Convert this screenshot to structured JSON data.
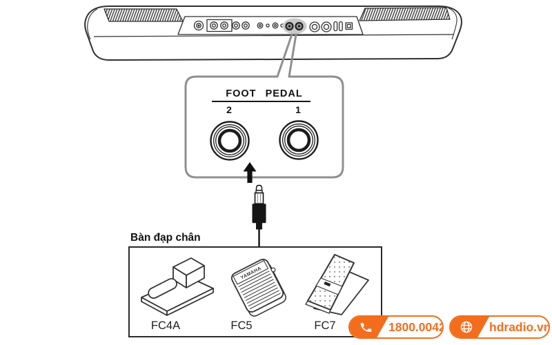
{
  "colors": {
    "accent_orange": "#f36d1d",
    "callout_gray": "#8f8f8f",
    "jack_highlight_gray": "#c9c9c9"
  },
  "foot_pedal_panel": {
    "title": "FOOT PEDAL",
    "jack_2_label": "2",
    "jack_1_label": "1"
  },
  "pedal_section": {
    "heading": "Bàn đạp chân",
    "pedals": [
      {
        "model": "FC4A"
      },
      {
        "model": "FC5",
        "brand": "YAMAHA"
      },
      {
        "model": "FC7"
      }
    ]
  },
  "footer": {
    "phone_badge": {
      "icon": "phone-icon",
      "text": "1800.0042"
    },
    "website_badge": {
      "icon": "globe-icon",
      "text": "hdradio.vn"
    }
  }
}
